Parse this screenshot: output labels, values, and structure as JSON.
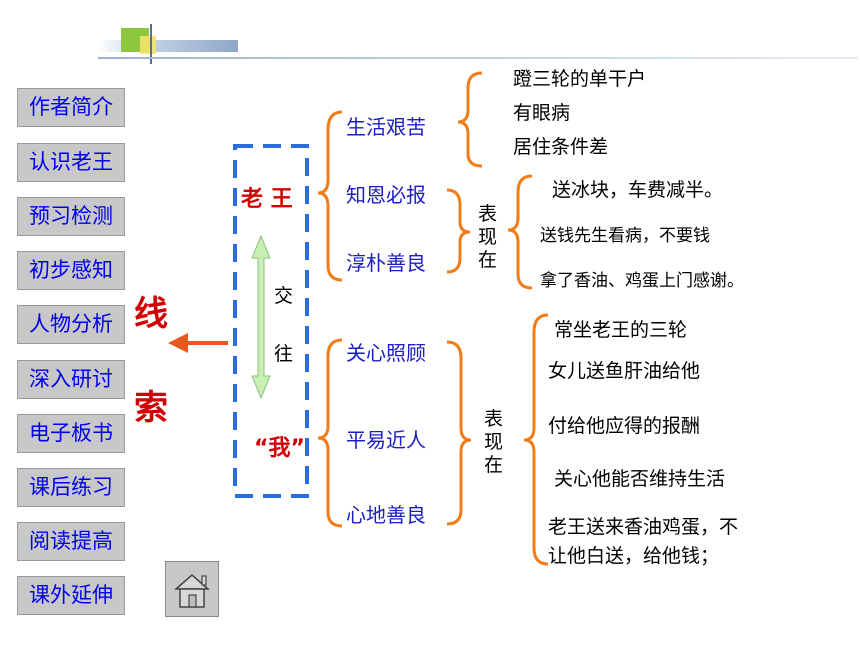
{
  "nav": {
    "items": [
      "作者简介",
      "认识老王",
      "预习检测",
      "初步感知",
      "人物分析",
      "深入研讨",
      "电子板书",
      "课后练习",
      "阅读提高",
      "课外延伸"
    ]
  },
  "main": {
    "clue_top": "线",
    "clue_bottom": "索",
    "lao_wang": "老 王",
    "wo": "“我”",
    "interact_1": "交",
    "interact_2": "往",
    "lao_wang_traits": [
      "生活艰苦",
      "知恩必报",
      "淳朴善良"
    ],
    "hardship_details": [
      "蹬三轮的单干户",
      "有眼病",
      "居住条件差"
    ],
    "biaoxian_1": [
      "表",
      "现",
      "在"
    ],
    "lao_wang_actions": [
      "送冰块，车费减半。",
      "送钱先生看病，不要钱",
      "拿了香油、鸡蛋上门感谢。"
    ],
    "wo_traits": [
      "关心照顾",
      "平易近人",
      "心地善良"
    ],
    "biaoxian_2": [
      "表",
      "现",
      "在"
    ],
    "wo_actions": [
      "常坐老王的三轮",
      "女儿送鱼肝油给他",
      "付给他应得的报酬",
      "关心他能否维持生活",
      "老王送来香油鸡蛋，不",
      "让他白送，给他钱；"
    ]
  },
  "colors": {
    "nav_text": "#0000ee",
    "trait_text": "#1c20c4",
    "highlight_red": "#d20000",
    "bracket_orange": "#f07d1a",
    "dashed_box": "#2a6de0",
    "arrow_green": "#b5e6a0"
  },
  "icons": {
    "home": "home-icon"
  }
}
